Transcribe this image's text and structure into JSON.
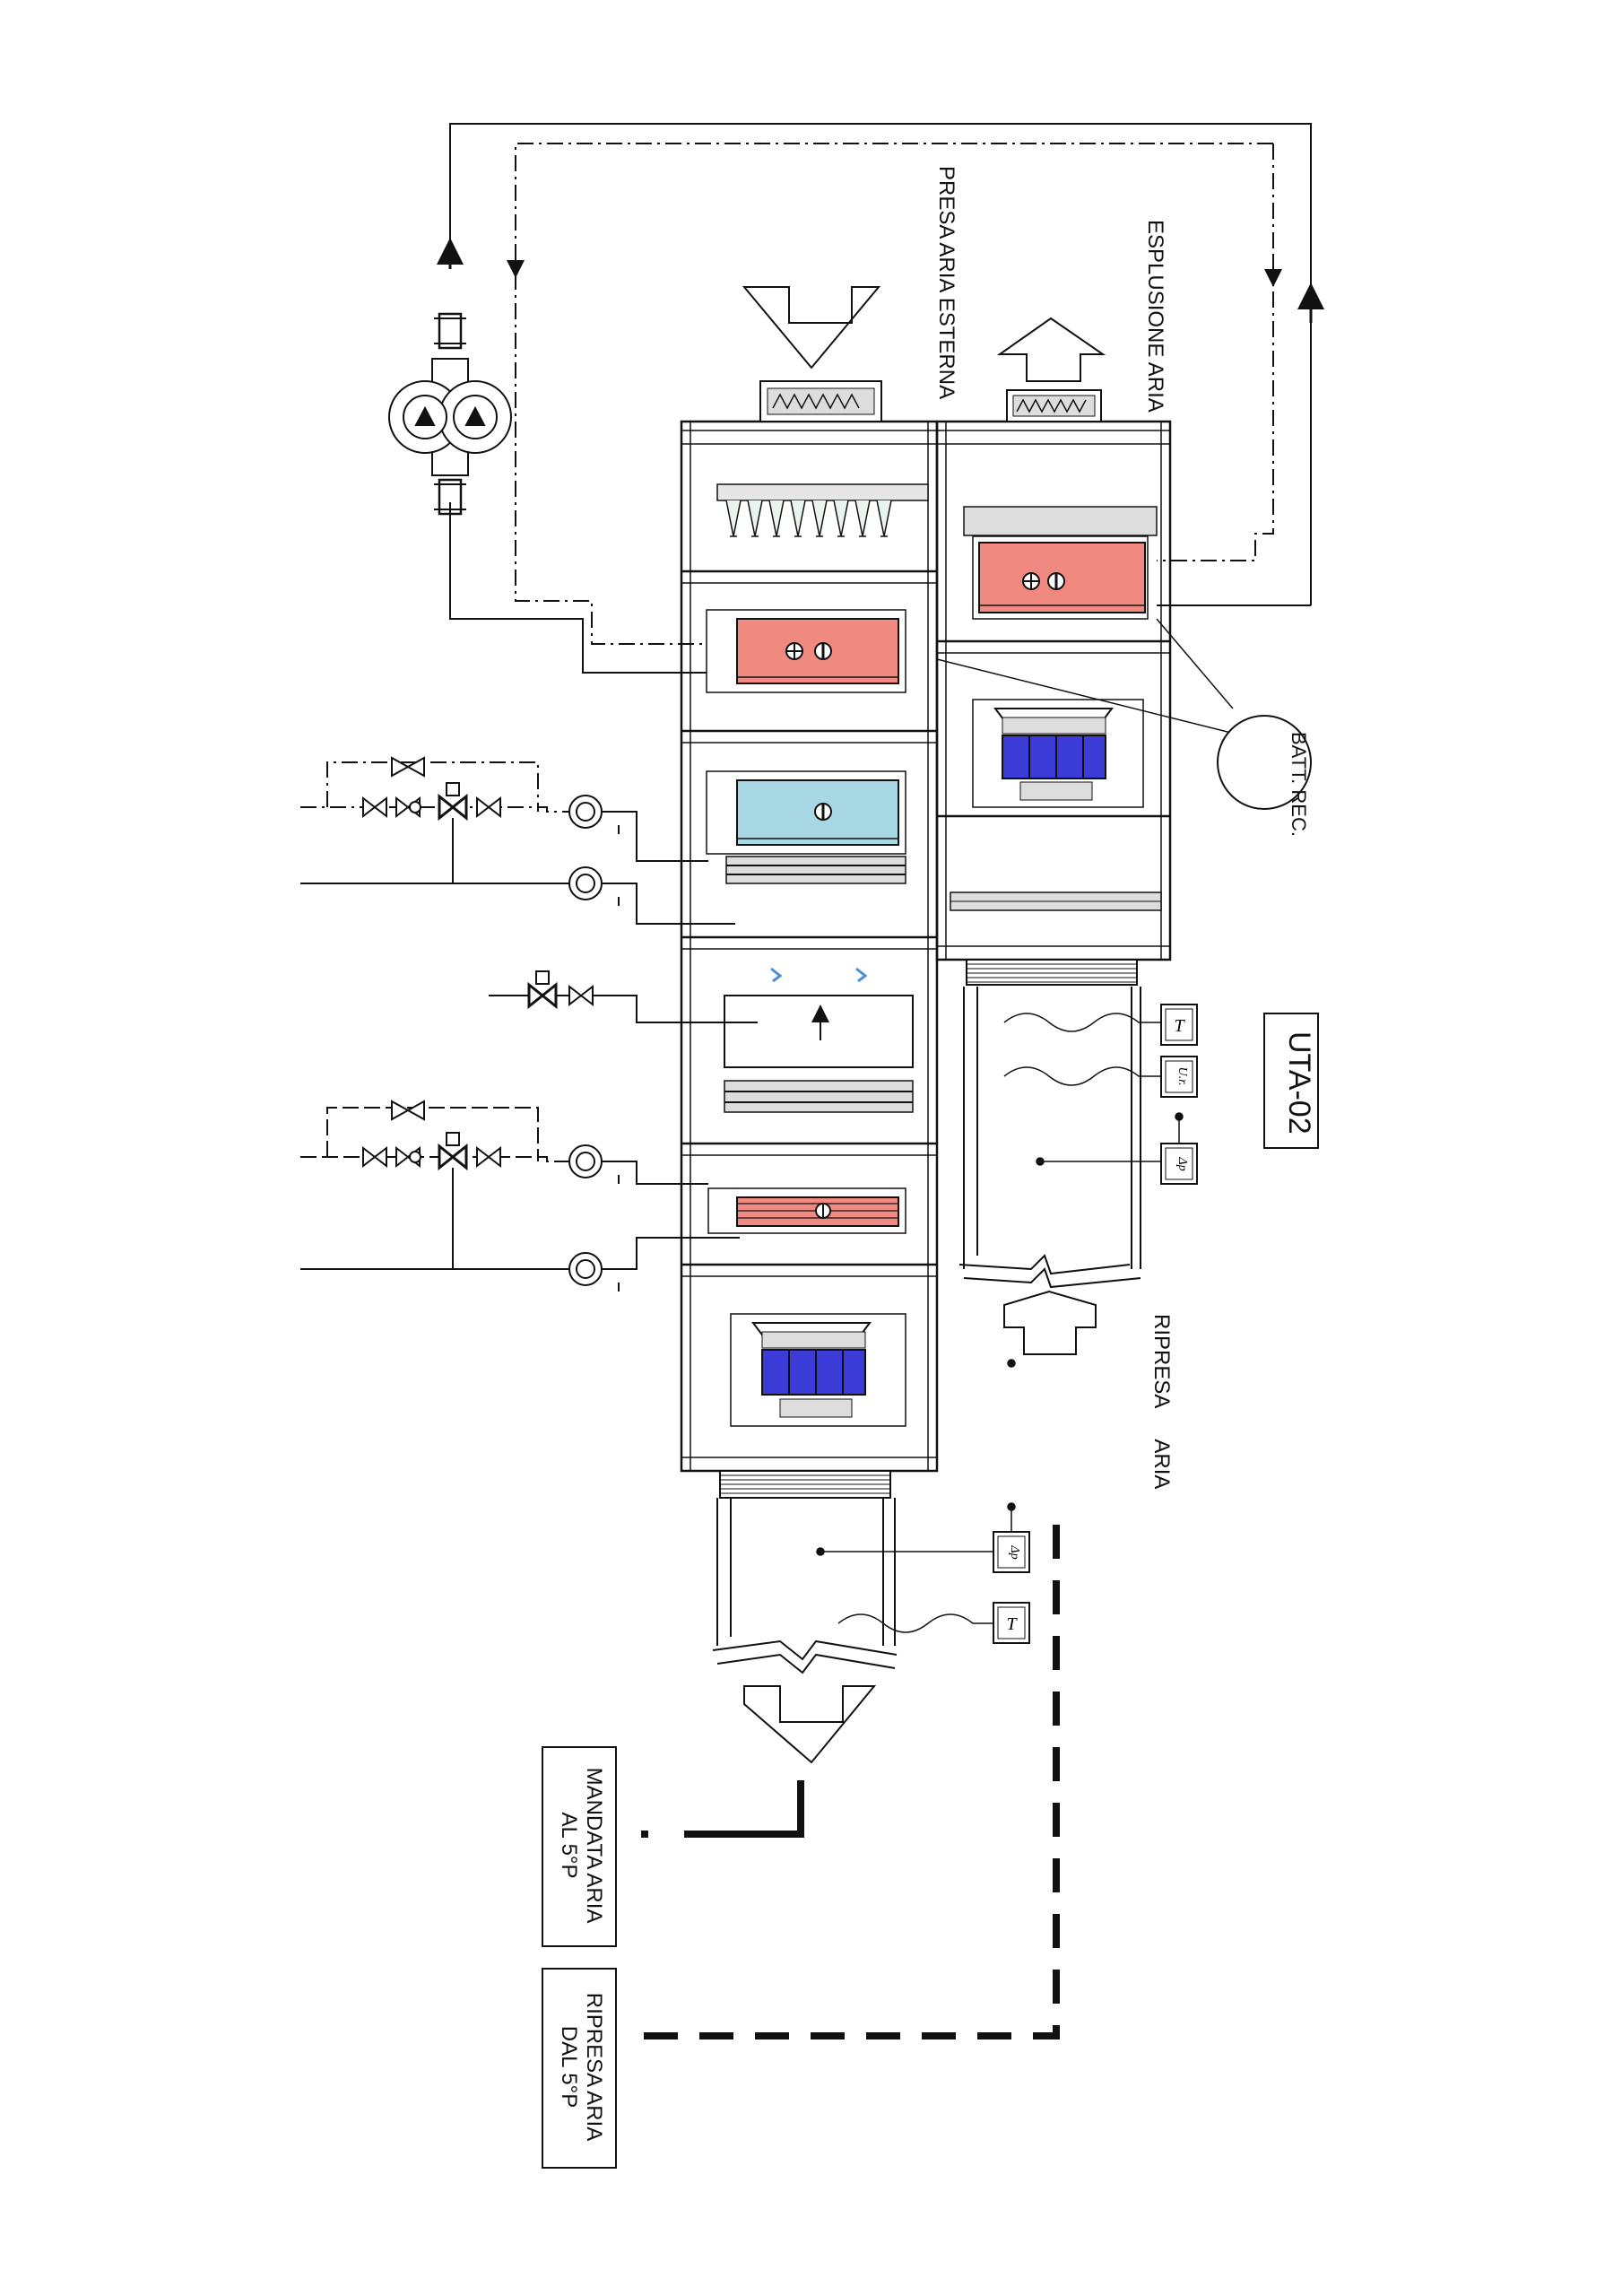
{
  "unit_tag": "UTA-02",
  "recovery_coil_label": "BATT. REC.",
  "air_labels": {
    "outdoor_intake": "PRESA ARIA ESTERNA",
    "exhaust": "ESPLUSIONE ARIA",
    "return_line1": "RIPRESA",
    "return_line2": "ARIA",
    "supply_line1": "MANDATA  ARIA",
    "supply_line2": "AL 5°P",
    "return_floor_line1": "RIPRESA  ARIA",
    "return_floor_line2": "DAL 5°P"
  },
  "sensors": {
    "temperature": "T",
    "humidity": "U.r.",
    "pressure": "Δp"
  },
  "colors": {
    "heating_coil": "#f08a80",
    "cooling_coil": "#a8d8e4",
    "fan": "#3b3bd8",
    "line": "#111111"
  }
}
